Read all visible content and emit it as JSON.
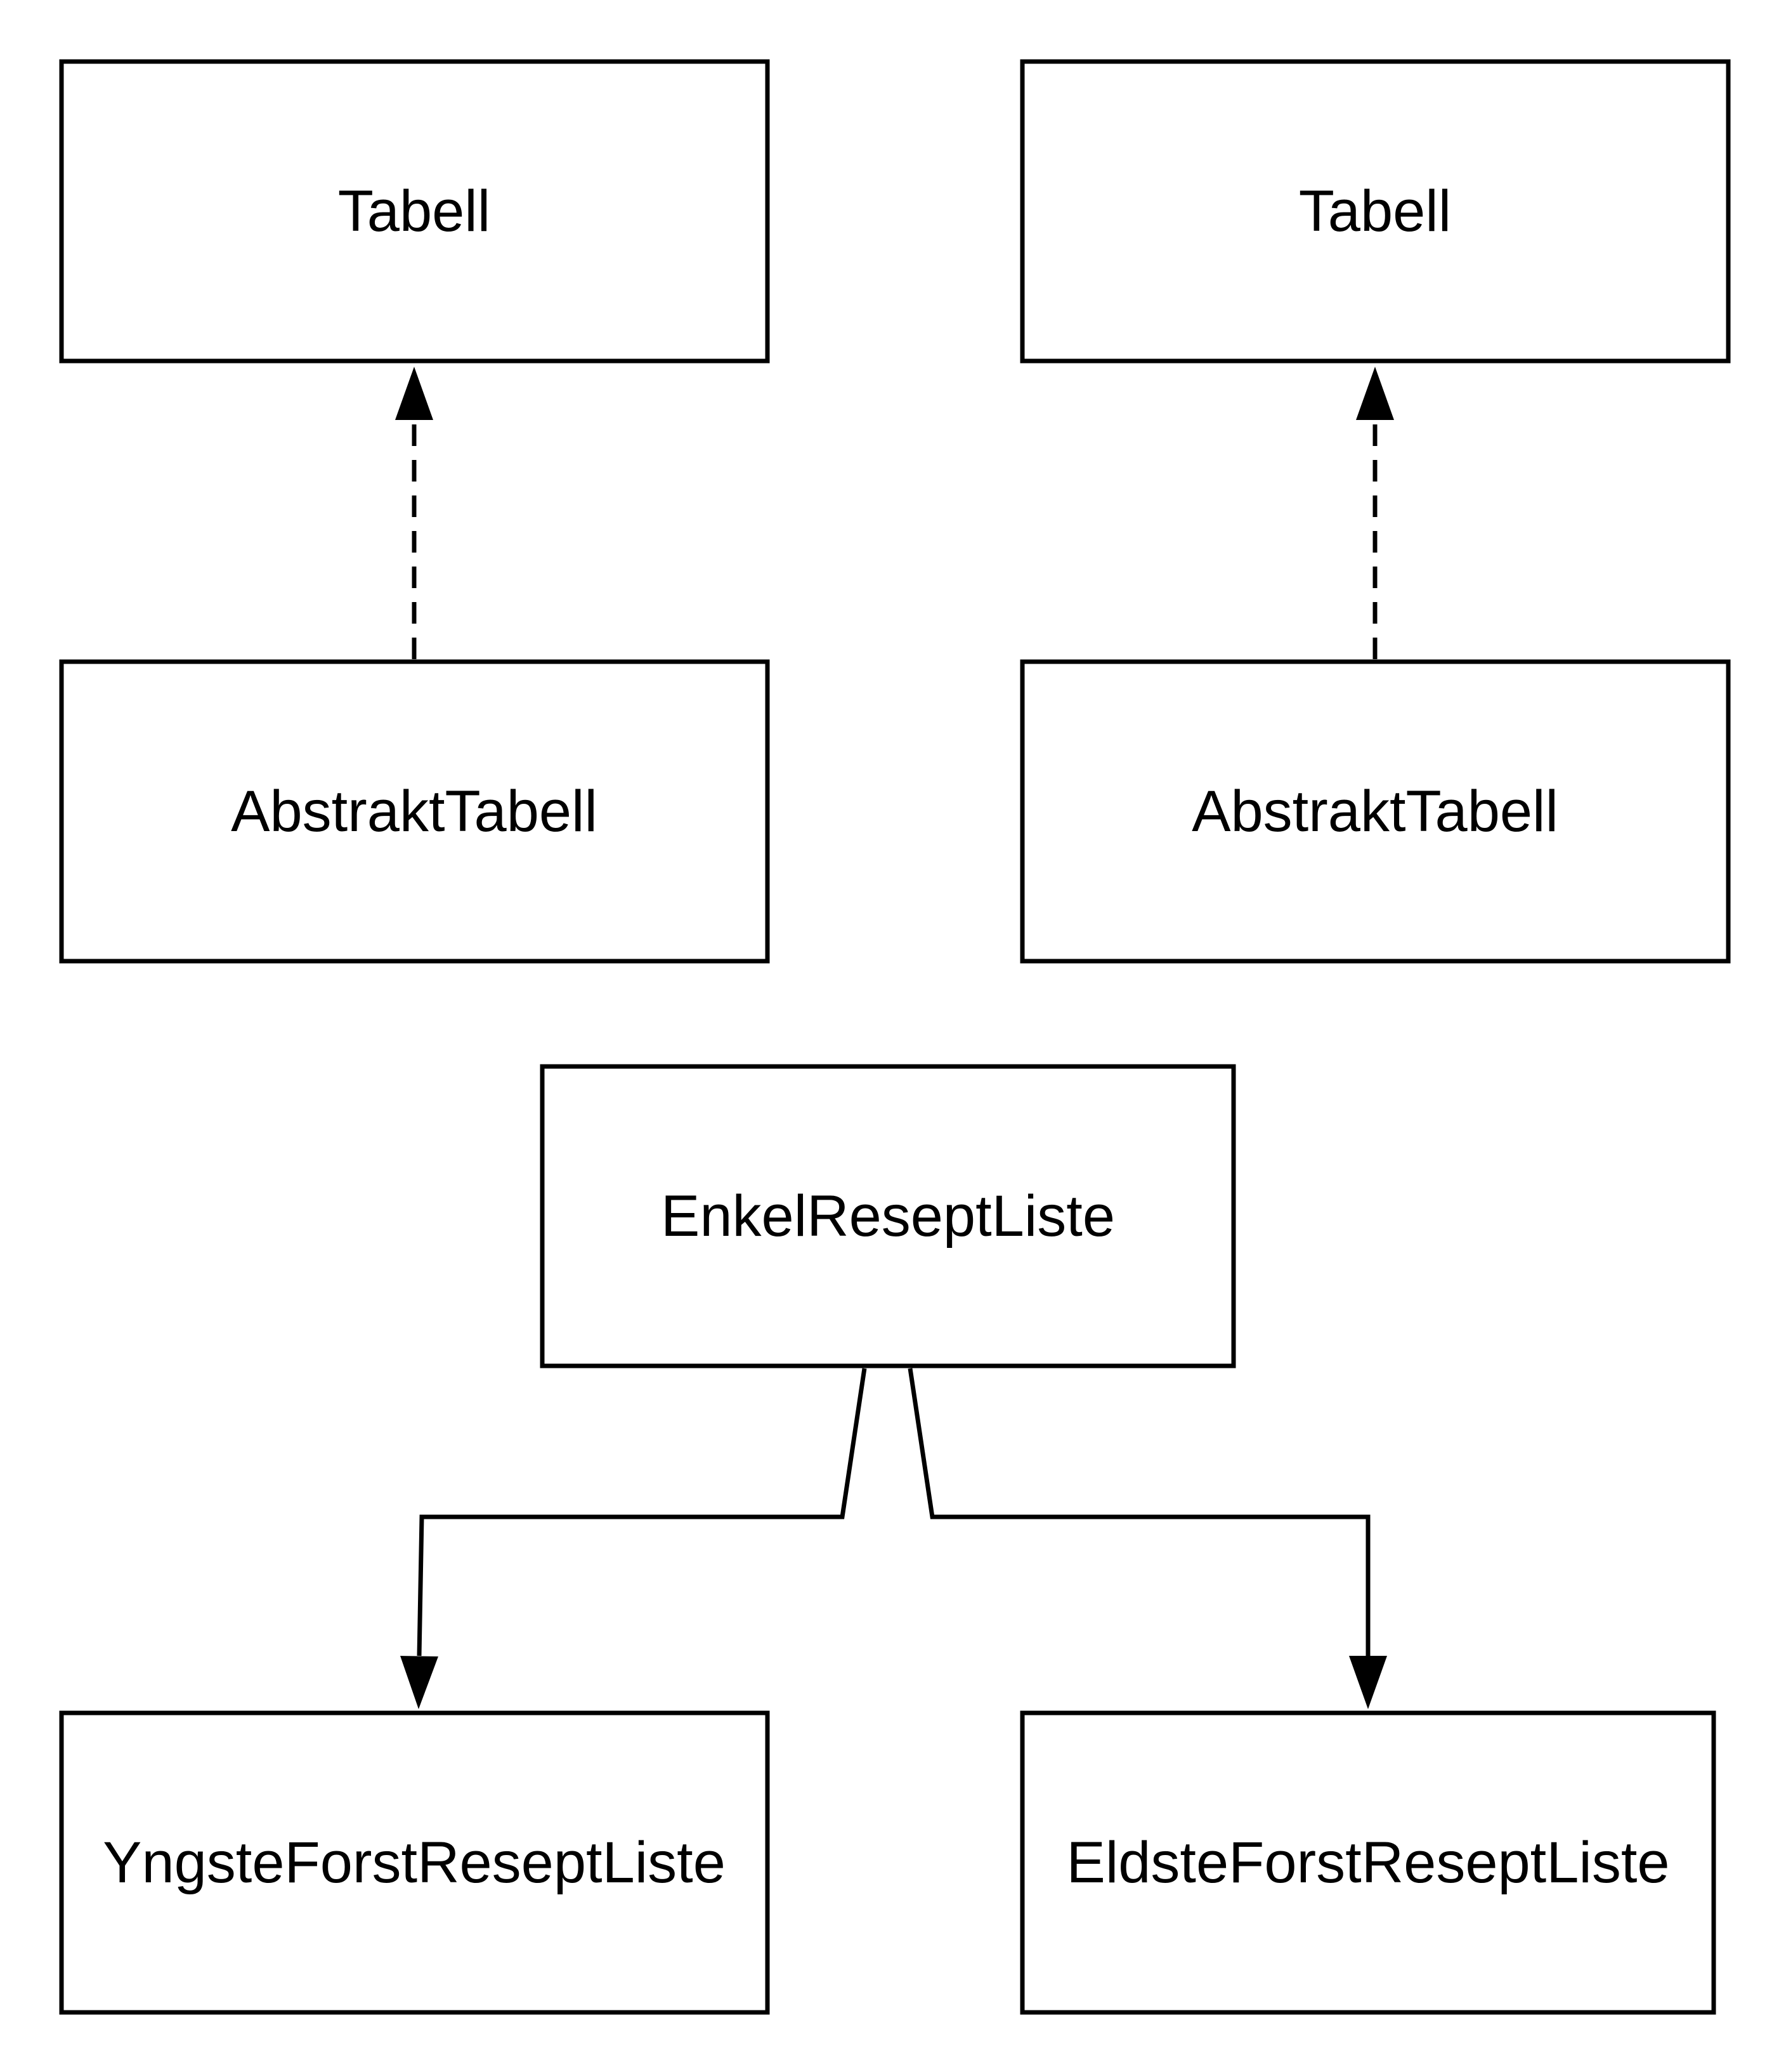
{
  "diagram": {
    "nodes": {
      "tabell_left": "Tabell",
      "tabell_right": "Tabell",
      "abstrakt_left": "AbstraktTabell",
      "abstrakt_right": "AbstraktTabell",
      "enkel": "EnkelReseptListe",
      "yngste": "YngsteForstReseptListe",
      "eldste": "EldsteForstReseptListe"
    },
    "edges": [
      {
        "from": "AbstraktTabell",
        "to": "Tabell",
        "style": "dashed"
      },
      {
        "from": "AbstraktTabell",
        "to": "Tabell",
        "style": "dashed"
      },
      {
        "from": "EnkelReseptListe",
        "to": "YngsteForstReseptListe",
        "style": "solid"
      },
      {
        "from": "EnkelReseptListe",
        "to": "EldsteForstReseptListe",
        "style": "solid"
      }
    ],
    "colors": {
      "stroke": "#000000",
      "background": "#ffffff"
    }
  }
}
